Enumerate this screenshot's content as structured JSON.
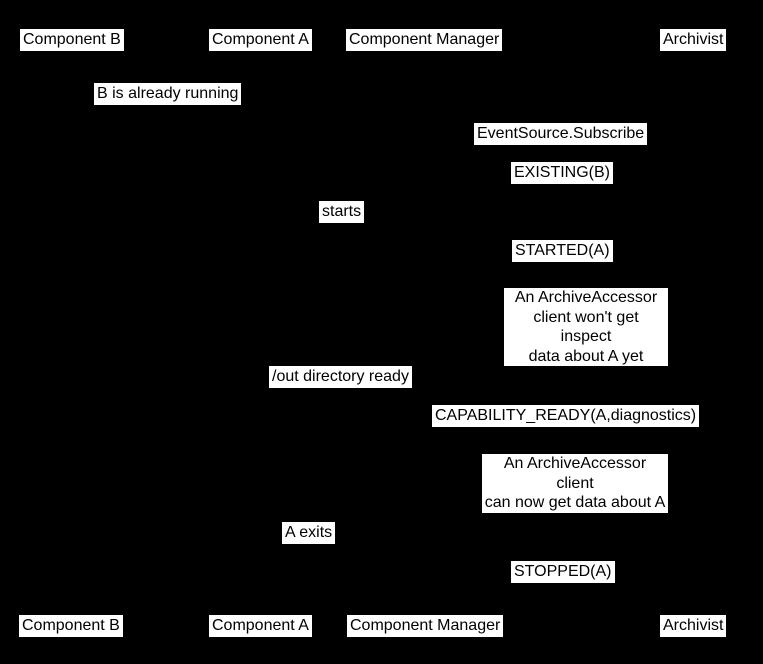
{
  "diagram": {
    "type": "sequence-diagram",
    "colors": {
      "background": "#000000",
      "label_background": "#ffffff",
      "label_text": "#000000"
    },
    "participants": {
      "component_b": "Component B",
      "component_a": "Component A",
      "component_manager": "Component Manager",
      "archivist": "Archivist"
    },
    "messages": {
      "b_already_running": "B is already running",
      "eventsource_subscribe": "EventSource.Subscribe",
      "existing_b": "EXISTING(B)",
      "starts": "starts",
      "started_a": "STARTED(A)",
      "out_directory_ready": "/out directory ready",
      "capability_ready": "CAPABILITY_READY(A,diagnostics)",
      "a_exits": "A exits",
      "stopped_a": "STOPPED(A)"
    },
    "notes": {
      "wont_get_inspect": "An ArchiveAccessor\nclient won't get inspect\ndata about A yet",
      "can_now_get": "An ArchiveAccessor client\ncan now get data about A"
    }
  }
}
